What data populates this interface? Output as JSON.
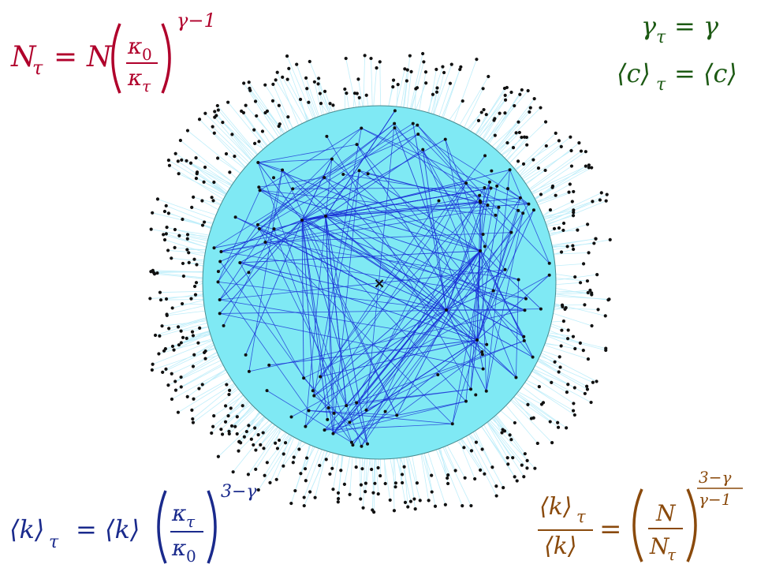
{
  "colors": {
    "disk_fill": "#7fe9f4",
    "disk_edge": "#4a8a8e",
    "inner_edge": "#1a2fd6",
    "outer_spoke": "#bfeefa",
    "node": "#111111",
    "formula_red": "#b0002b",
    "formula_green": "#1d5a14",
    "formula_blue": "#1a2a8c",
    "formula_brown": "#8a4a0c"
  },
  "center_mark": "×",
  "formulas": {
    "n_tau": {
      "lhs": "N",
      "lhs_sub": "τ",
      "eq": "=",
      "base": "N",
      "num": "κ",
      "num_sub": "0",
      "den": "κ",
      "den_sub": "τ",
      "exp": "γ−1"
    },
    "gamma_tau": {
      "lhs": "γ",
      "lhs_sub": "τ",
      "rhs": "= γ"
    },
    "c_tau": {
      "lhs": "⟨c⟩",
      "lhs_sub": "τ",
      "rhs": "= ⟨c⟩"
    },
    "k_tau": {
      "lhs": "⟨k⟩",
      "lhs_sub": "τ",
      "eq": "= ⟨k⟩",
      "num": "κ",
      "num_sub": "τ",
      "den": "κ",
      "den_sub": "0",
      "exp": "3−γ"
    },
    "ratio": {
      "num": "⟨k⟩",
      "num_sub": "τ",
      "den": "⟨k⟩",
      "eq": "=",
      "fnum": "N",
      "fden": "N",
      "fden_sub": "τ",
      "exp_num": "3−γ",
      "exp_den": "γ−1"
    }
  }
}
